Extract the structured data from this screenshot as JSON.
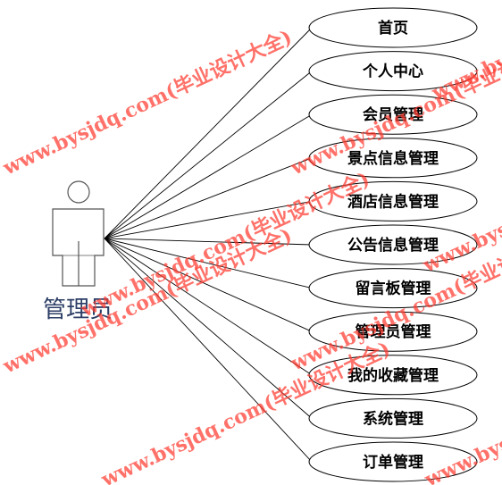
{
  "actor": {
    "label": "管理员"
  },
  "use_cases": [
    "首页",
    "个人中心",
    "会员管理",
    "景点信息管理",
    "酒店信息管理",
    "公告信息管理",
    "留言板管理",
    "管理员管理",
    "我的收藏管理",
    "系统管理",
    "订单管理"
  ],
  "watermark": {
    "text": "www.bysjdq.com(毕业设计大全)"
  },
  "colors": {
    "watermark": "#ff3b30",
    "actor_label": "#2c3e66",
    "lines": "#000000"
  }
}
